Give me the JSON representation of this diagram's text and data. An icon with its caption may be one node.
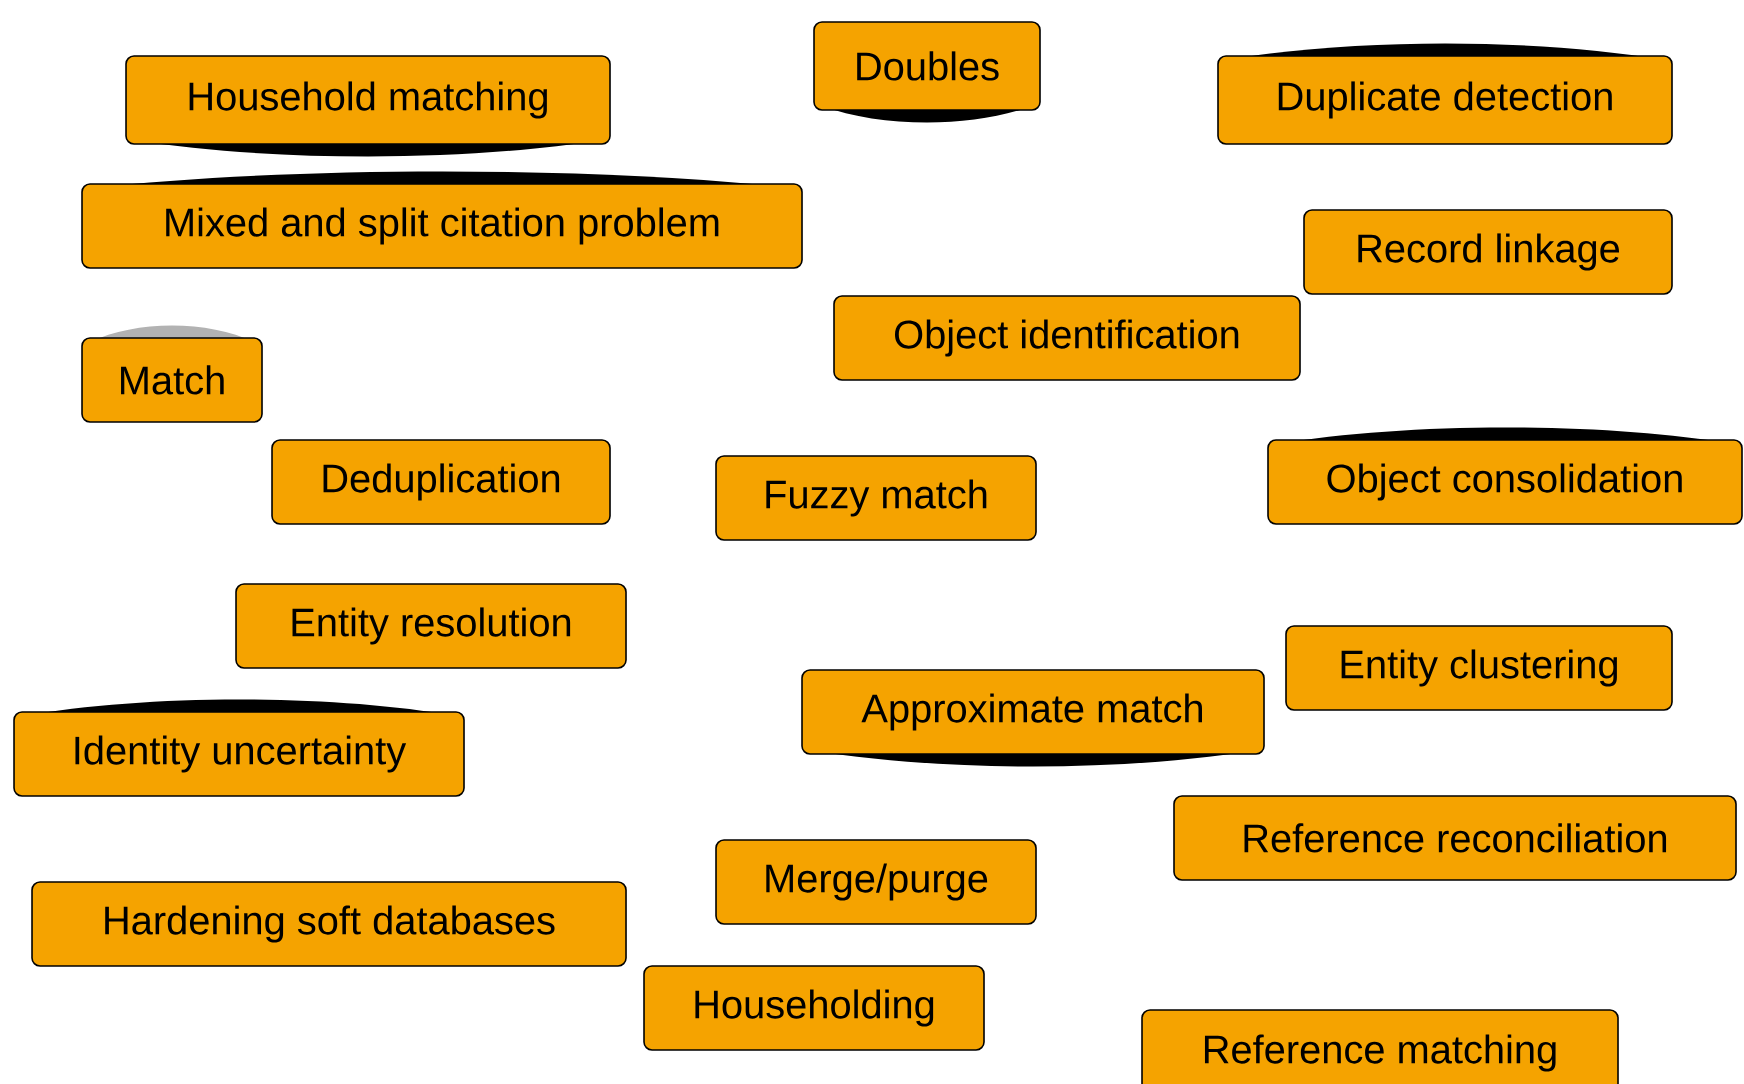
{
  "diagram": {
    "nodes": [
      {
        "text": [
          "Household matching"
        ]
      },
      {
        "text": [
          "Doubles"
        ]
      },
      {
        "text": [
          "Duplicate detection"
        ]
      },
      {
        "text": [
          "Mixed and split citation problem"
        ]
      },
      {
        "text": [
          "Record linkage"
        ]
      },
      {
        "text": [
          "Object identification"
        ]
      },
      {
        "text": [
          "Match"
        ]
      },
      {
        "text": [
          "Deduplication"
        ]
      },
      {
        "text": [
          "Fuzzy match"
        ]
      },
      {
        "text": [
          "Object consolidation"
        ]
      },
      {
        "text": [
          "Entity resolution"
        ]
      },
      {
        "text": [
          "Entity clustering"
        ]
      },
      {
        "text": [
          "Approximate match"
        ]
      },
      {
        "text": [
          "Identity uncertainty"
        ]
      },
      {
        "text": [
          "Reference reconciliation"
        ]
      },
      {
        "text": [
          "Merge/purge"
        ]
      },
      {
        "text": [
          "Hardening soft databases"
        ]
      },
      {
        "text": [
          "Householding"
        ]
      },
      {
        "text": [
          "Reference matching"
        ]
      }
    ]
  }
}
